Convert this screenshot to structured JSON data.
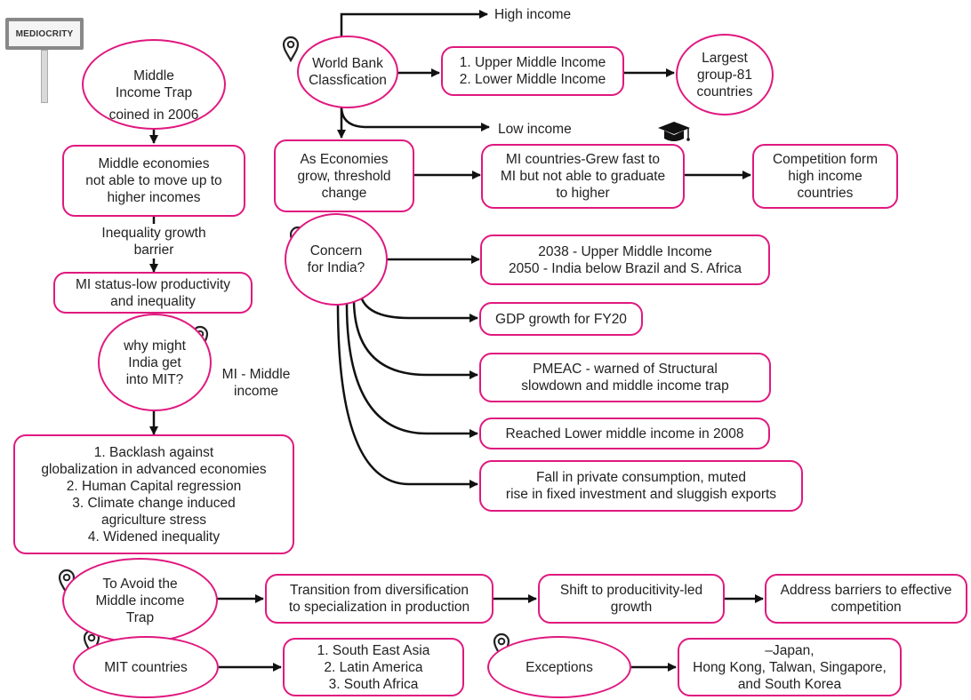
{
  "sign": {
    "text": "MEDIOCRITY"
  },
  "nodes": {
    "middle_income_trap": "Middle\nIncome Trap",
    "middle_economies": "Middle economies\nnot able to move up to\nhigher incomes",
    "mi_status": "MI status-low productivity\nand inequality",
    "why_india": "why might\nIndia get\ninto MIT?",
    "reasons": "1. Backlash against\nglobalization in advanced economies\n2. Human Capital regression\n3. Climate change induced\nagriculture stress\n4. Widened inequality",
    "world_bank": "World Bank\nClassfication",
    "upper_lower": "1. Upper Middle Income\n2. Lower Middle Income",
    "largest_group": "Largest\ngroup-81\ncountries",
    "economies_grow": "As Economies\ngrow, threshold\nchange",
    "mi_countries": "MI countries-Grew fast to\nMI but not able to graduate\nto higher",
    "competition": "Competition form\nhigh income\ncountries",
    "concern_india": "Concern\nfor India?",
    "concern_2038": "2038 - Upper Middle Income\n2050 - India below Brazil and S. Africa",
    "gdp_growth": "GDP growth for FY20",
    "pmeac": "PMEAC - warned of Structural\nslowdown and middle income trap",
    "reached_lower": "Reached Lower middle income in 2008",
    "fall_private": "Fall in private consumption, muted\nrise in fixed investment and sluggish exports",
    "to_avoid": "To Avoid the\nMiddle income\nTrap",
    "transition": "Transition from diversification\nto specialization in production",
    "shift": "Shift to producitivity-led\ngrowth",
    "address": "Address barriers to effective\ncompetition",
    "mit_countries": "MIT countries",
    "mit_list": "1. South East Asia\n2. Latin America\n3. South Africa",
    "exceptions": "Exceptions",
    "exceptions_list": "–Japan,\nHong Kong, Talwan, Singapore,\nand South Korea"
  },
  "labels": {
    "coined": "coined in 2006",
    "inequality_barrier": "Inequality growth\nbarrier",
    "mi_def": "MI - Middle\nincome",
    "high_income": "High income",
    "low_income": "Low income"
  },
  "colors": {
    "accent": "#e0187f",
    "line": "#111111"
  }
}
